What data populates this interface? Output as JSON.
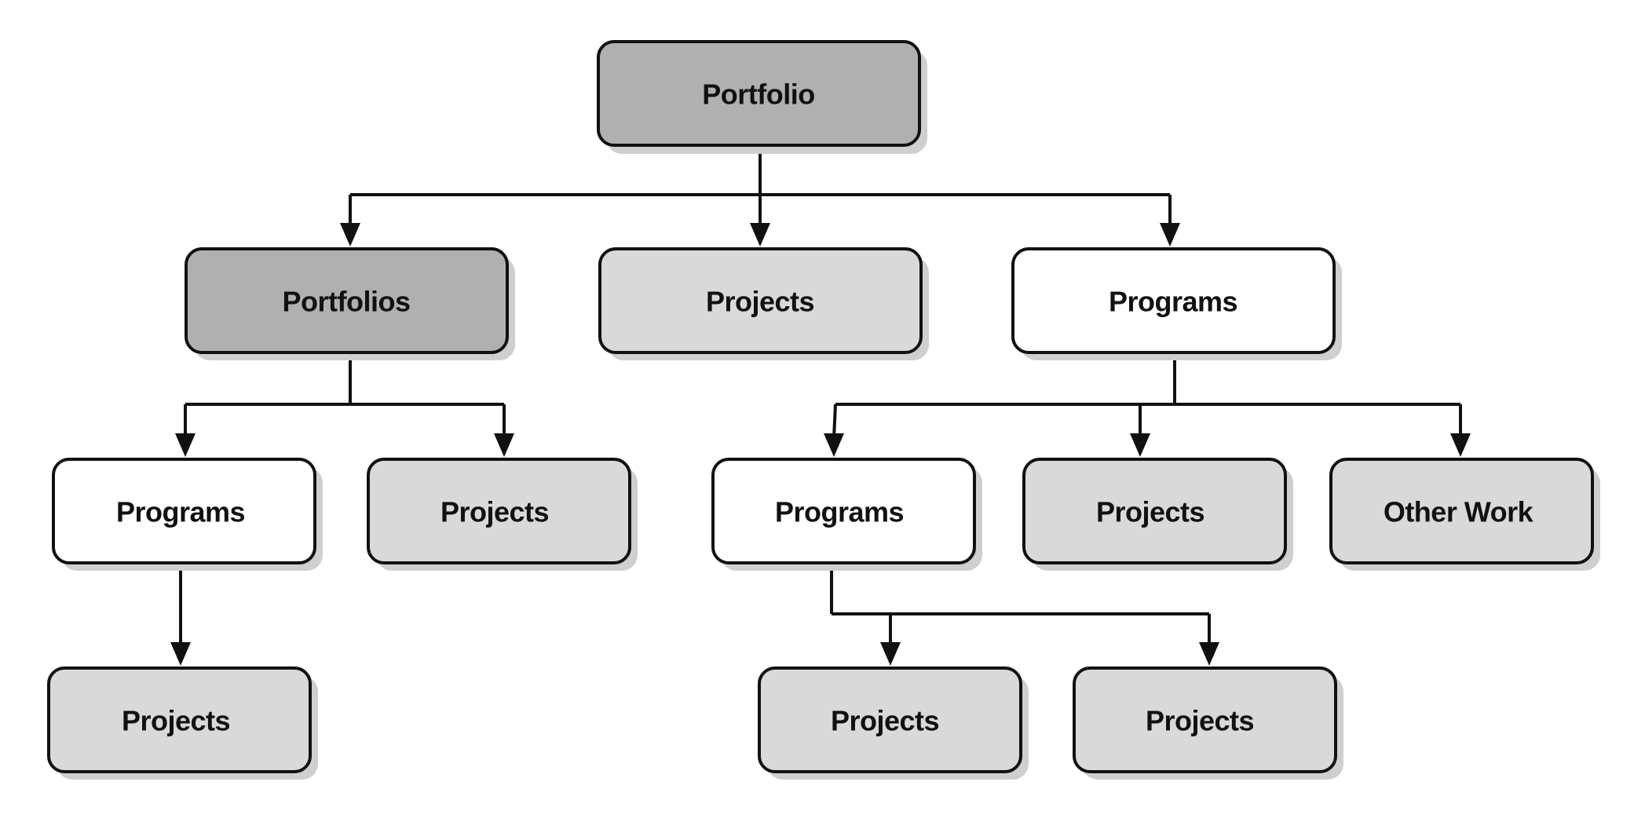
{
  "nodes": {
    "root": {
      "label": "Portfolio",
      "fill": "#b0b0b0"
    },
    "portfolios": {
      "label": "Portfolios",
      "fill": "#b0b0b0"
    },
    "root_projects": {
      "label": "Projects",
      "fill": "#d9d9d9"
    },
    "root_programs": {
      "label": "Programs",
      "fill": "#ffffff"
    },
    "pf_programs": {
      "label": "Programs",
      "fill": "#ffffff"
    },
    "pf_projects": {
      "label": "Projects",
      "fill": "#d9d9d9"
    },
    "pg_programs": {
      "label": "Programs",
      "fill": "#ffffff"
    },
    "pg_projects": {
      "label": "Projects",
      "fill": "#d9d9d9"
    },
    "pg_other_work": {
      "label": "Other Work",
      "fill": "#d9d9d9"
    },
    "pf_pg_projects": {
      "label": "Projects",
      "fill": "#d9d9d9"
    },
    "pg_pg_projects_1": {
      "label": "Projects",
      "fill": "#d9d9d9"
    },
    "pg_pg_projects_2": {
      "label": "Projects",
      "fill": "#d9d9d9"
    }
  },
  "edges": [
    [
      "root",
      "portfolios"
    ],
    [
      "root",
      "root_projects"
    ],
    [
      "root",
      "root_programs"
    ],
    [
      "portfolios",
      "pf_programs"
    ],
    [
      "portfolios",
      "pf_projects"
    ],
    [
      "root_programs",
      "pg_programs"
    ],
    [
      "root_programs",
      "pg_projects"
    ],
    [
      "root_programs",
      "pg_other_work"
    ],
    [
      "pf_programs",
      "pf_pg_projects"
    ],
    [
      "pg_programs",
      "pg_pg_projects_1"
    ],
    [
      "pg_programs",
      "pg_pg_projects_2"
    ]
  ]
}
